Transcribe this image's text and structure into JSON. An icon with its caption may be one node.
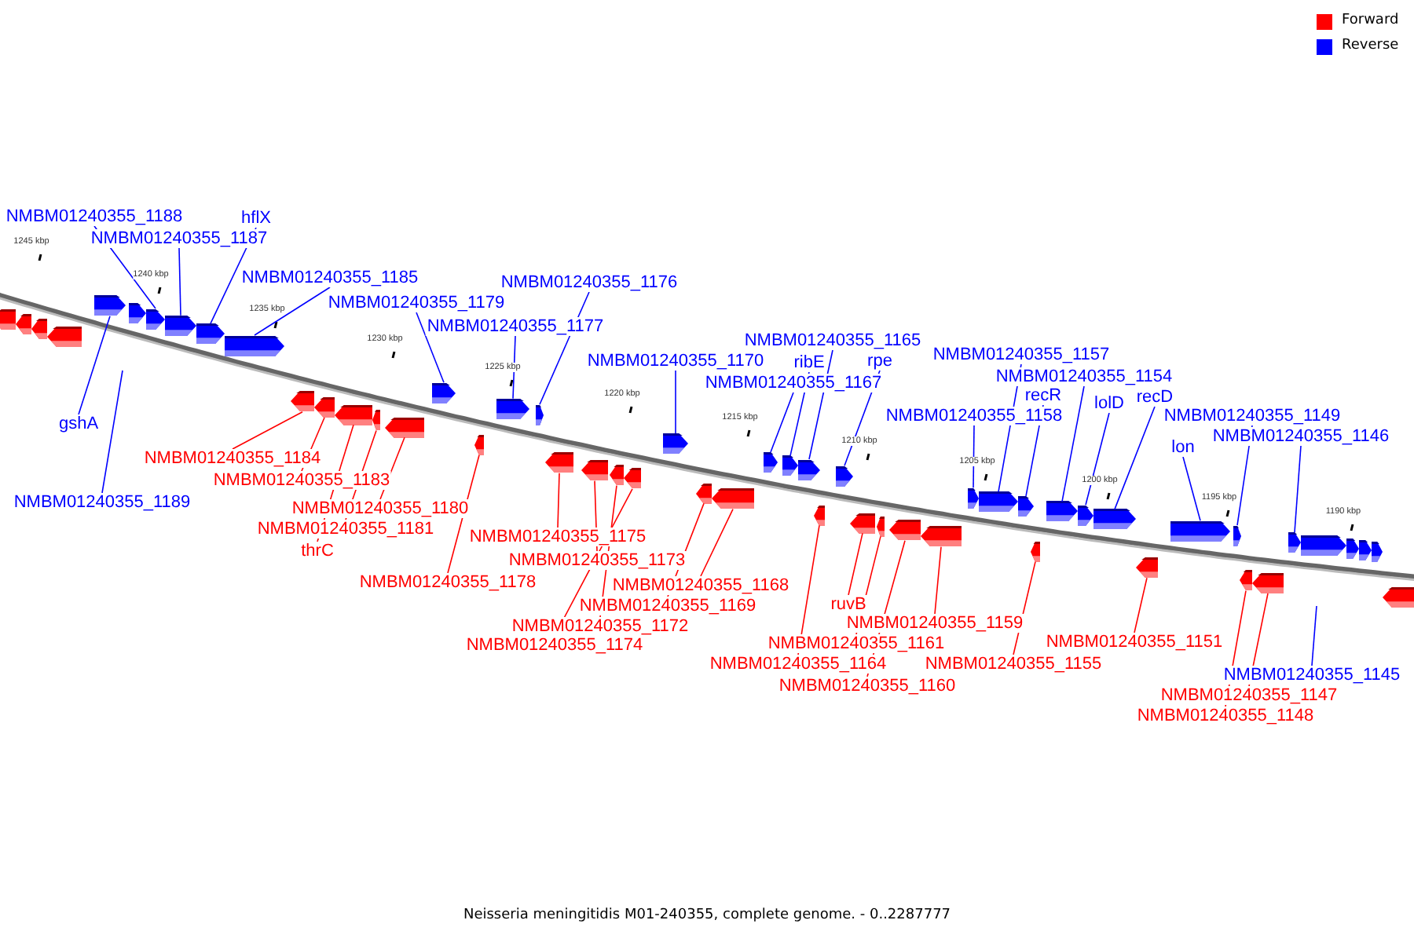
{
  "diagram": {
    "caption": "Neisseria meningitidis M01-240355, complete genome. - 0..2287777",
    "nodes": [
      {
        "text": [
          "NMBM01240355_1188"
        ]
      },
      {
        "text": [],
        "shape": "arrow"
      },
      {
        "text": [
          "NMBM01240355_1187"
        ]
      },
      {
        "text": [],
        "shape": "arrow"
      },
      {
        "text": [
          "hflX"
        ]
      },
      {
        "text": [],
        "shape": "arrow"
      },
      {
        "text": [
          "NMBM01240355_1185"
        ]
      },
      {
        "text": [],
        "shape": "arrow"
      },
      {
        "text": [
          "NMBM01240355_1179"
        ]
      },
      {
        "text": [],
        "shape": "arrow"
      },
      {
        "text": [
          "NMBM01240355_1176"
        ]
      },
      {
        "text": [],
        "shape": "arrow"
      },
      {
        "text": [
          "NMBM01240355_1177"
        ]
      },
      {
        "text": [],
        "shape": "arrow"
      },
      {
        "text": [
          "NMBM01240355_1170"
        ]
      },
      {
        "text": [],
        "shape": "arrow"
      },
      {
        "text": [
          "NMBM01240355_1165"
        ]
      },
      {
        "text": [],
        "shape": "arrow"
      },
      {
        "text": [
          "ribE"
        ]
      },
      {
        "text": [],
        "shape": "arrow"
      },
      {
        "text": [
          "NMBM01240355_1167"
        ]
      },
      {
        "text": [],
        "shape": "arrow"
      },
      {
        "text": [
          "rpe"
        ]
      },
      {
        "text": [],
        "shape": "arrow"
      },
      {
        "text": [
          "NMBM01240355_1157"
        ]
      },
      {
        "text": [],
        "shape": "arrow"
      },
      {
        "text": [
          "NMBM01240355_1154"
        ]
      },
      {
        "text": [],
        "shape": "arrow"
      },
      {
        "text": [
          "recR"
        ]
      },
      {
        "text": [],
        "shape": "arrow"
      },
      {
        "text": [
          "NMBM01240355_1158"
        ]
      },
      {
        "text": [],
        "shape": "arrow"
      },
      {
        "text": [
          "lolD"
        ]
      },
      {
        "text": [],
        "shape": "arrow"
      },
      {
        "text": [
          "recD"
        ]
      },
      {
        "text": [],
        "shape": "arrow"
      },
      {
        "text": [
          "NMBM01240355_1149"
        ]
      },
      {
        "text": [],
        "shape": "arrow"
      },
      {
        "text": [
          "lon"
        ]
      },
      {
        "text": [],
        "shape": "arrow"
      },
      {
        "text": [
          "NMBM01240355_1146"
        ]
      },
      {
        "text": [],
        "shape": "arrow"
      },
      {
        "text": [
          "gshA"
        ]
      },
      {
        "text": [],
        "shape": "arrow"
      },
      {
        "text": [
          "NMBM01240355_1189"
        ]
      },
      {
        "text": [
          "NMBM01240355_1145"
        ]
      },
      {
        "text": [
          "NMBM01240355_1184"
        ]
      },
      {
        "text": [],
        "shape": "arrow"
      },
      {
        "text": [
          "NMBM01240355_1183"
        ]
      },
      {
        "text": [],
        "shape": "arrow"
      },
      {
        "text": [
          "NMBM01240355_1180"
        ]
      },
      {
        "text": [],
        "shape": "arrow"
      },
      {
        "text": [
          "NMBM01240355_1181"
        ]
      },
      {
        "text": [],
        "shape": "arrow"
      },
      {
        "text": [
          "thrC"
        ]
      },
      {
        "text": [],
        "shape": "arrow"
      },
      {
        "text": [
          "NMBM01240355_1178"
        ]
      },
      {
        "text": [],
        "shape": "arrow"
      },
      {
        "text": [
          "NMBM01240355_1175"
        ]
      },
      {
        "text": [],
        "shape": "arrow"
      },
      {
        "text": [
          "NMBM01240355_1173"
        ]
      },
      {
        "text": [],
        "shape": "arrow"
      },
      {
        "text": [
          "NMBM01240355_1168"
        ]
      },
      {
        "text": [],
        "shape": "arrow"
      },
      {
        "text": [
          "NMBM01240355_1169"
        ]
      },
      {
        "text": [],
        "shape": "arrow"
      },
      {
        "text": [
          "NMBM01240355_1172"
        ]
      },
      {
        "text": [],
        "shape": "arrow"
      },
      {
        "text": [
          "NMBM01240355_1174"
        ]
      },
      {
        "text": [],
        "shape": "arrow"
      },
      {
        "text": [
          "ruvB"
        ]
      },
      {
        "text": [],
        "shape": "arrow"
      },
      {
        "text": [
          "NMBM01240355_1159"
        ]
      },
      {
        "text": [],
        "shape": "arrow"
      },
      {
        "text": [
          "NMBM01240355_1161"
        ]
      },
      {
        "text": [],
        "shape": "arrow"
      },
      {
        "text": [
          "NMBM01240355_1164"
        ]
      },
      {
        "text": [],
        "shape": "arrow"
      },
      {
        "text": [
          "NMBM01240355_1160"
        ]
      },
      {
        "text": [],
        "shape": "arrow"
      },
      {
        "text": [
          "NMBM01240355_1155"
        ]
      },
      {
        "text": [],
        "shape": "arrow"
      },
      {
        "text": [
          "NMBM01240355_1151"
        ]
      },
      {
        "text": [],
        "shape": "arrow"
      },
      {
        "text": [
          "NMBM01240355_1147"
        ]
      },
      {
        "text": [],
        "shape": "arrow"
      },
      {
        "text": [
          "NMBM01240355_1148"
        ]
      },
      {
        "text": [],
        "shape": "arrow"
      },
      {
        "text": [],
        "shape": "arrow"
      },
      {
        "text": [],
        "shape": "arrow"
      },
      {
        "text": [],
        "shape": "arrow"
      },
      {
        "text": [],
        "shape": "arrow"
      },
      {
        "text": [],
        "shape": "arrow"
      },
      {
        "text": [],
        "shape": "arrow"
      },
      {
        "text": [],
        "shape": "arrow"
      },
      {
        "text": [],
        "shape": "arrow"
      },
      {
        "text": [],
        "shape": "arrow"
      },
      {
        "text": [],
        "shape": "arrow"
      }
    ],
    "edges": [
      {
        "from": 0,
        "to": 1,
        "arrow": "none"
      },
      {
        "from": 2,
        "to": 3,
        "arrow": "none"
      },
      {
        "from": 4,
        "to": 5,
        "arrow": "none"
      },
      {
        "from": 6,
        "to": 7,
        "arrow": "none"
      },
      {
        "from": 8,
        "to": 9,
        "arrow": "none"
      },
      {
        "from": 10,
        "to": 11,
        "arrow": "none"
      },
      {
        "from": 12,
        "to": 13,
        "arrow": "none"
      },
      {
        "from": 14,
        "to": 15,
        "arrow": "none"
      },
      {
        "from": 16,
        "to": 17,
        "arrow": "none"
      },
      {
        "from": 18,
        "to": 19,
        "arrow": "none"
      },
      {
        "from": 20,
        "to": 21,
        "arrow": "none"
      },
      {
        "from": 22,
        "to": 23,
        "arrow": "none"
      },
      {
        "from": 24,
        "to": 25,
        "arrow": "none"
      },
      {
        "from": 26,
        "to": 27,
        "arrow": "none"
      },
      {
        "from": 28,
        "to": 29,
        "arrow": "none"
      },
      {
        "from": 30,
        "to": 31,
        "arrow": "none"
      },
      {
        "from": 32,
        "to": 33,
        "arrow": "none"
      },
      {
        "from": 34,
        "to": 35,
        "arrow": "none"
      },
      {
        "from": 36,
        "to": 37,
        "arrow": "none"
      },
      {
        "from": 38,
        "to": 39,
        "arrow": "none"
      },
      {
        "from": 40,
        "to": 41,
        "arrow": "none"
      },
      {
        "from": 42,
        "to": 43,
        "arrow": "none"
      },
      {
        "from": 44,
        "to": null,
        "arrow": "none"
      },
      {
        "from": 45,
        "to": null,
        "arrow": "none"
      },
      {
        "from": 46,
        "to": 47,
        "arrow": "none",
        "color": "#ff0000"
      },
      {
        "from": 48,
        "to": 49,
        "arrow": "none",
        "color": "#ff0000"
      },
      {
        "from": 50,
        "to": 51,
        "arrow": "none",
        "color": "#ff0000"
      },
      {
        "from": 52,
        "to": 53,
        "arrow": "none",
        "color": "#ff0000"
      },
      {
        "from": 54,
        "to": 55,
        "arrow": "none",
        "color": "#ff0000"
      },
      {
        "from": 56,
        "to": 57,
        "arrow": "none",
        "color": "#ff0000"
      },
      {
        "from": 58,
        "to": 59,
        "arrow": "none",
        "color": "#ff0000"
      },
      {
        "from": 60,
        "to": 61,
        "arrow": "none",
        "color": "#ff0000"
      },
      {
        "from": 62,
        "to": 63,
        "arrow": "none",
        "color": "#ff0000"
      },
      {
        "from": 64,
        "to": 65,
        "arrow": "none",
        "color": "#ff0000"
      },
      {
        "from": 66,
        "to": 67,
        "arrow": "none",
        "color": "#ff0000"
      },
      {
        "from": 68,
        "to": 69,
        "arrow": "none",
        "color": "#ff0000"
      },
      {
        "from": 70,
        "to": 71,
        "arrow": "none",
        "color": "#ff0000"
      },
      {
        "from": 72,
        "to": 73,
        "arrow": "none",
        "color": "#ff0000"
      },
      {
        "from": 74,
        "to": 75,
        "arrow": "none",
        "color": "#ff0000"
      },
      {
        "from": 76,
        "to": 77,
        "arrow": "none",
        "color": "#ff0000"
      },
      {
        "from": 78,
        "to": 79,
        "arrow": "none",
        "color": "#ff0000"
      },
      {
        "from": 80,
        "to": 81,
        "arrow": "none",
        "color": "#ff0000"
      },
      {
        "from": 82,
        "to": 83,
        "arrow": "none",
        "color": "#ff0000"
      },
      {
        "from": 84,
        "to": 85,
        "arrow": "none",
        "color": "#ff0000"
      },
      {
        "from": 86,
        "to": 87,
        "arrow": "none",
        "color": "#ff0000"
      }
    ],
    "labels": [
      "1245 kbp",
      "1240 kbp",
      "1235 kbp",
      "1230 kbp",
      "1225 kbp",
      "1220 kbp",
      "1215 kbp",
      "1210 kbp",
      "1205 kbp",
      "1200 kbp",
      "1195 kbp",
      "1190 kbp"
    ],
    "legend": [
      {
        "text": "Forward",
        "color": "#ff0000"
      },
      {
        "text": "Reverse",
        "color": "#0000ff"
      }
    ]
  }
}
